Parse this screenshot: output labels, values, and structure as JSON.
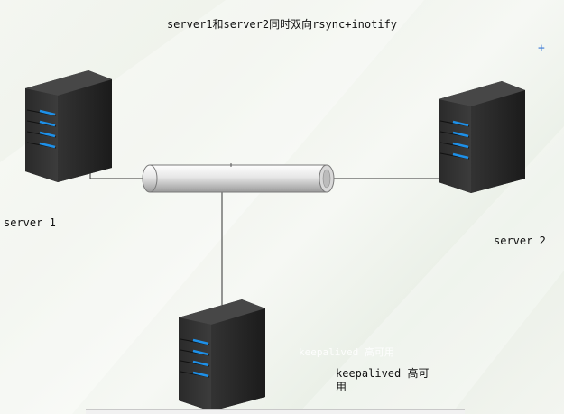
{
  "diagram": {
    "title": "server1和server2同时双向rsync+inotify",
    "nodes": {
      "server1": {
        "label": "server 1"
      },
      "server2": {
        "label": "server 2"
      },
      "keepalived": {
        "label": "keepalived 高可\n用",
        "ghost_label": "keepalived  高可用"
      }
    },
    "marker": "+"
  },
  "colors": {
    "server_dark": "#2b2b2b",
    "led_blue": "#1e90e8",
    "pipe_light": "#f4f4f4",
    "pipe_dark": "#8c8c8c",
    "line": "#333333"
  }
}
